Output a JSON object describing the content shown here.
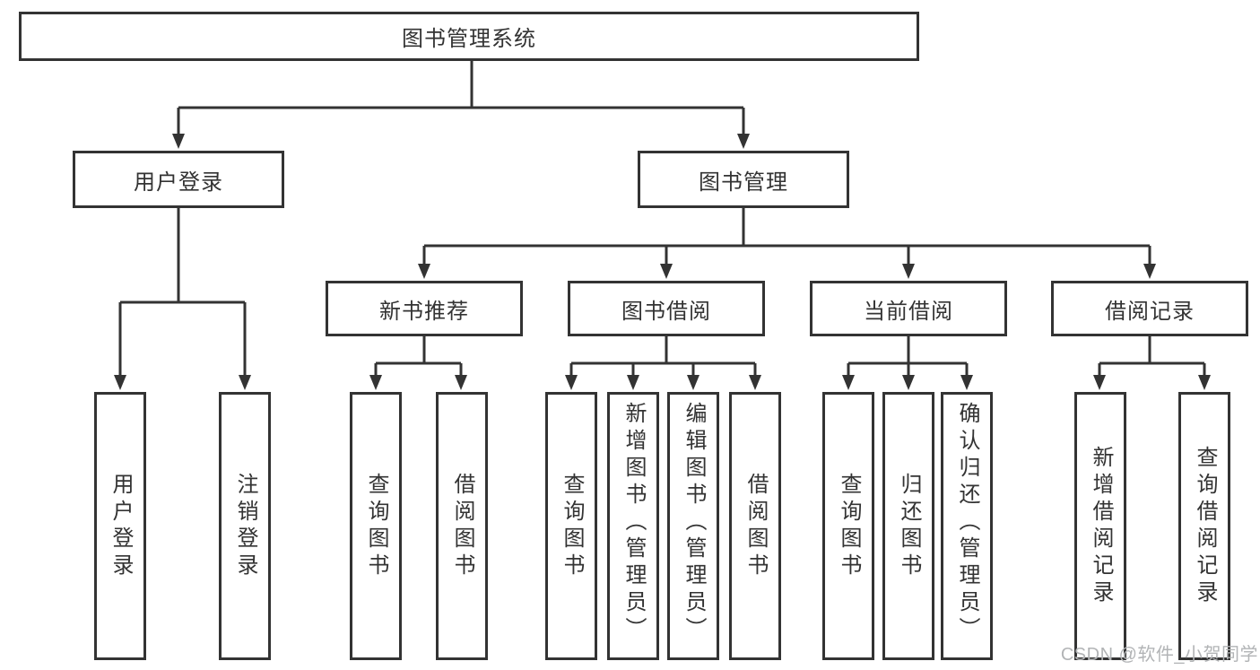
{
  "tree": {
    "label": "图书管理系统",
    "children": [
      {
        "label": "用户登录",
        "children": [
          {
            "label": "用户登录"
          },
          {
            "label": "注销登录"
          }
        ]
      },
      {
        "label": "图书管理",
        "children": [
          {
            "label": "新书推荐",
            "children": [
              {
                "label": "查询图书"
              },
              {
                "label": "借阅图书"
              }
            ]
          },
          {
            "label": "图书借阅",
            "children": [
              {
                "label": "查询图书"
              },
              {
                "label": "新增图书（管理员）"
              },
              {
                "label": "编辑图书（管理员）"
              },
              {
                "label": "借阅图书"
              }
            ]
          },
          {
            "label": "当前借阅",
            "children": [
              {
                "label": "查询图书"
              },
              {
                "label": "归还图书"
              },
              {
                "label": "确认归还（管理员）"
              }
            ]
          },
          {
            "label": "借阅记录",
            "children": [
              {
                "label": "新增借阅记录"
              },
              {
                "label": "查询借阅记录"
              }
            ]
          }
        ]
      }
    ]
  },
  "watermark": {
    "text": "CSDN @软件_小贺同学"
  },
  "colors": {
    "line": "#333333",
    "box_border": "#333333",
    "text": "#333333",
    "background": "#ffffff",
    "watermark": "#b2b4b6"
  }
}
